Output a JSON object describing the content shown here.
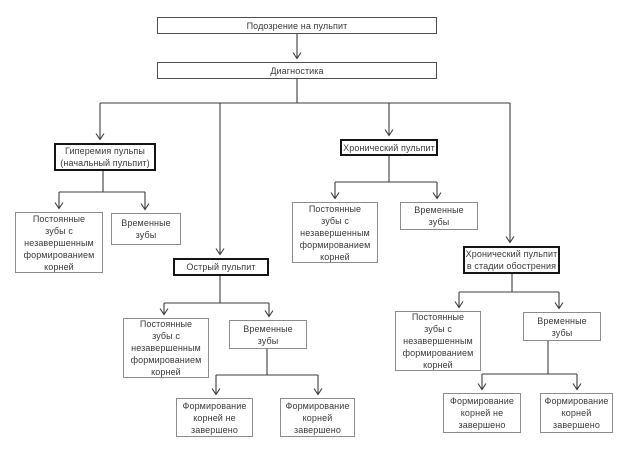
{
  "diagram": {
    "type": "flowchart",
    "language": "ru",
    "colors": {
      "background": "#ffffff",
      "box_fill": "#ffffff",
      "border_emphasis": "#141414",
      "border_regular": "#4d4d4d",
      "border_light": "#8c8c8c",
      "line": "#3c3c3c",
      "text": "#3a3a3a"
    },
    "nodes": {
      "suspicion": {
        "label": "Подозрение на пульпит"
      },
      "diagnostics": {
        "label": "Диагностика"
      },
      "hyperemia": {
        "label": "Гиперемия пульпы\n(начальный пульпит)"
      },
      "hyperemia_permanent": {
        "label": "Постоянные\nзубы с\nнезавершенным\nформированием\nкорней"
      },
      "hyperemia_temporary": {
        "label": "Временные\nзубы"
      },
      "acute": {
        "label": "Острый пульпит"
      },
      "acute_permanent": {
        "label": "Постоянные\nзубы с\nнезавершенным\nформированием\nкорней"
      },
      "acute_temporary": {
        "label": "Временные\nзубы"
      },
      "acute_roots_incomplete": {
        "label": "Формирование\nкорней не\nзавершено"
      },
      "acute_roots_complete": {
        "label": "Формирование\nкорней\nзавершено"
      },
      "chronic": {
        "label": "Хронический пульпит"
      },
      "chronic_permanent": {
        "label": "Постоянные\nзубы с\nнезавершенным\nформированием\nкорней"
      },
      "chronic_temporary": {
        "label": "Временные\nзубы"
      },
      "chronic_exacerbation": {
        "label": "Хронический пульпит\nв стадии обострения"
      },
      "exacerbation_permanent": {
        "label": "Постоянные\nзубы с\nнезавершенным\nформированием\nкорней"
      },
      "exacerbation_temporary": {
        "label": "Временные\nзубы"
      },
      "exacerbation_roots_incomplete": {
        "label": "Формирование\nкорней не\nзавершено"
      },
      "exacerbation_roots_complete": {
        "label": "Формирование\nкорней\nзавершено"
      }
    }
  }
}
